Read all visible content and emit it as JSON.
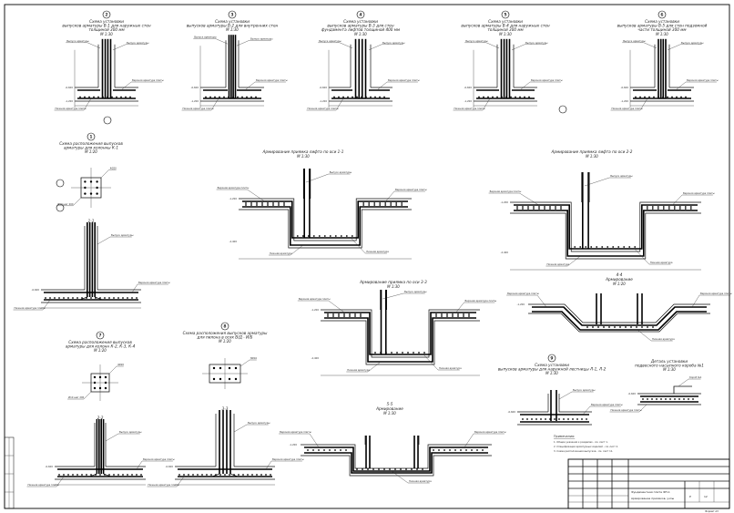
{
  "sheet": {
    "frame_color": "#000000",
    "background": "#ffffff"
  },
  "details": [
    {
      "id": "d2",
      "marker": "2",
      "title": [
        "Схема установки",
        "выпусков арматуры В-1 для наружных стен",
        "толщиной 300 мм"
      ],
      "scale": "М 1:30"
    },
    {
      "id": "d3",
      "marker": "3",
      "title": [
        "Схема установки",
        "выпусков арматуры В-2 для внутренних стен"
      ],
      "scale": "М 1:30"
    },
    {
      "id": "d4",
      "marker": "4",
      "title": [
        "Схема установки",
        "выпусков арматуры В-3 для стен",
        "фундамента лифтов толщиной 400 мм"
      ],
      "scale": "М 1:30"
    },
    {
      "id": "d5",
      "marker": "5",
      "title": [
        "Схема установки",
        "выпусков арматуры В-4 для наружных стен",
        "толщиной 300 мм"
      ],
      "scale": "М 1:30"
    },
    {
      "id": "d6",
      "marker": "6",
      "title": [
        "Схема установки",
        "выпусков арматуры В-5 для стен подземной",
        "части толщиной 300 мм"
      ],
      "scale": "М 1:30"
    },
    {
      "id": "d1",
      "marker": "1",
      "title": [
        "Схема расположения выпусков",
        "арматуры для колонны К-1"
      ],
      "scale": "М 1:20"
    },
    {
      "id": "s11",
      "marker": "",
      "title": [
        "Армирование приямка лифта по оси 1-1"
      ],
      "scale": "М 1:30"
    },
    {
      "id": "s22",
      "marker": "",
      "title": [
        "Армирование приямка лифта по оси 2-2"
      ],
      "scale": "М 1:30"
    },
    {
      "id": "s33",
      "marker": "",
      "title": [
        "Армирование приямка по оси 3-3"
      ],
      "scale": "М 1:30"
    },
    {
      "id": "s44",
      "marker": "",
      "title": [
        "4-4",
        "Армирование"
      ],
      "scale": "М 1:20"
    },
    {
      "id": "d7",
      "marker": "7",
      "title": [
        "Схема расположения выпусков",
        "арматуры для колонн К-2, К-3, К-4"
      ],
      "scale": "М 1:20"
    },
    {
      "id": "d8",
      "marker": "8",
      "title": [
        "Схема расположения выпусков арматуры",
        "для пилона в осях В/Д - И/Б"
      ],
      "scale": "М 1:20"
    },
    {
      "id": "s55",
      "marker": "",
      "title": [
        "5-5",
        "Армирование"
      ],
      "scale": "М 1:30"
    },
    {
      "id": "d9",
      "marker": "9",
      "title": [
        "Схема установки",
        "выпусков арматуры для наружной лестницы Л-1, Л-2"
      ],
      "scale": "М 1:30"
    },
    {
      "id": "dp",
      "marker": "",
      "title": [
        "Деталь установки",
        "подвесного насыпного короба №1"
      ],
      "scale": "М 1:30"
    }
  ],
  "small_sections": [
    {
      "id": "s_a",
      "title": "1-1"
    },
    {
      "id": "s_b",
      "title": "2-2"
    },
    {
      "id": "s_c",
      "title": "3-3"
    }
  ],
  "notes": {
    "heading": "Примечания:",
    "items": [
      "1. Общие указания к разделам - см. лист 1.",
      "2. Спецификация арматурных изделий - см. лист 2.",
      "3. Схема расположения выпусков - см. лист 11."
    ]
  },
  "title_block": {
    "project": "Фундаментная плита ФП-1",
    "sheet_name": "Армирование приямков, узлы",
    "stage": "Р",
    "sheet": "12",
    "sheets": "",
    "format": "Формат А3"
  }
}
